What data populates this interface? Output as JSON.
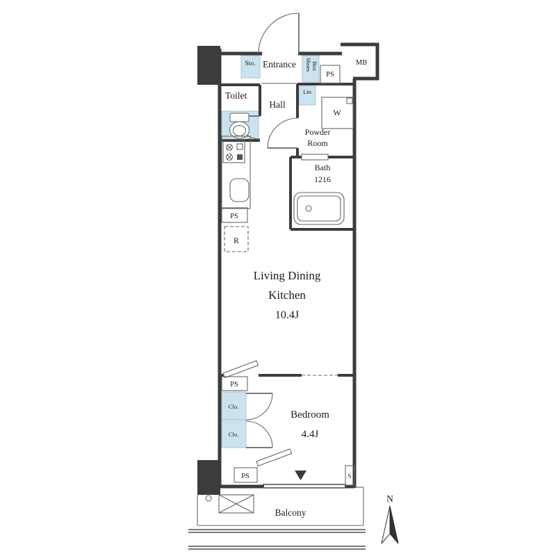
{
  "labels": {
    "sto": "Sto.",
    "entrance": "Entrance",
    "shoes_box_line1": "Shoes",
    "shoes_box_line2": "Box",
    "ps": "PS",
    "mb": "MB",
    "toilet": "Toilet",
    "hall": "Hall",
    "lin": "Lin",
    "washer": "W",
    "powder_room_line1": "Powder",
    "powder_room_line2": "Room",
    "bath_line1": "Bath",
    "bath_line2": "1216",
    "refrigerator_space": "R",
    "ldk_line1": "Living Dining",
    "ldk_line2": "Kitchen",
    "ldk_area": "10.4J",
    "closet": "Clo.",
    "bedroom": "Bedroom",
    "bedroom_area": "4.4J",
    "balcony": "Balcony",
    "shutter": "S",
    "north": "N"
  },
  "colors": {
    "wall": "#3c3c3c",
    "shade": "#cbe3ee",
    "line": "#666666",
    "text": "#1b1b1b"
  }
}
